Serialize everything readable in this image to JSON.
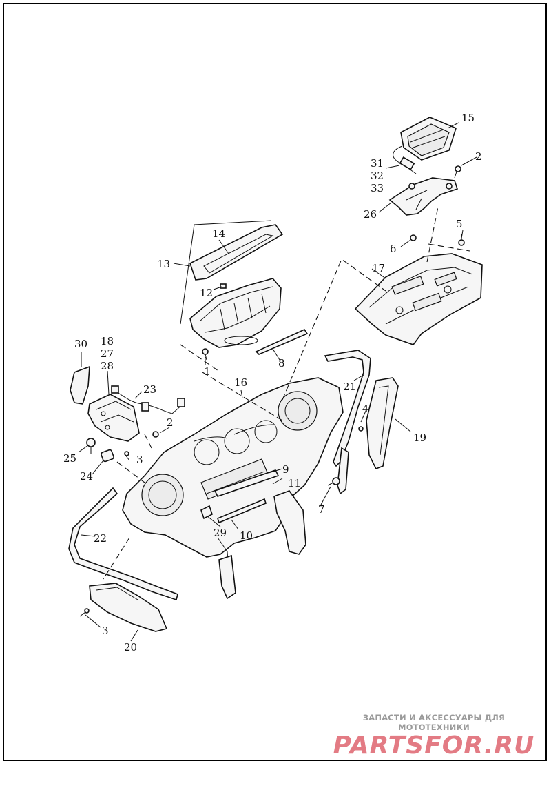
{
  "callouts": [
    "15",
    "2",
    "31",
    "32",
    "33",
    "26",
    "6",
    "5",
    "14",
    "13",
    "12",
    "17",
    "1",
    "8",
    "30",
    "18",
    "27",
    "28",
    "23",
    "2",
    "16",
    "21",
    "4",
    "19",
    "25",
    "3",
    "24",
    "9",
    "11",
    "7",
    "22",
    "29",
    "10",
    "3",
    "20"
  ],
  "watermark": {
    "tagline": "ЗАПАСТИ И АКСЕССУАРЫ ДЛЯ МОТОТЕХНИКИ",
    "logo": "PARTSFOR.RU",
    "logo_color": "#e37b84"
  },
  "colors": {
    "line": "#111111",
    "fill": "#f6f6f6"
  }
}
